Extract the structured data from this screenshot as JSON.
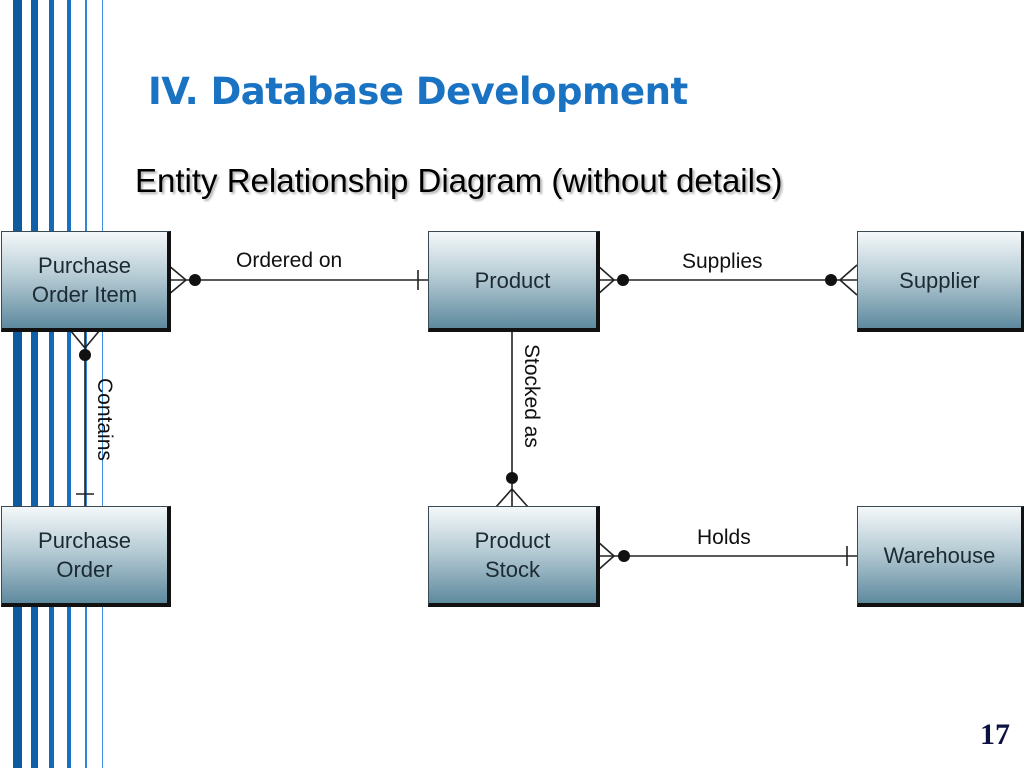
{
  "slide": {
    "title": "IV. Database Development",
    "subtitle": "Entity Relationship Diagram (without details)",
    "page_number": "17",
    "colors": {
      "title": "#1a73c2",
      "stripe_dark": "#0d5a9e",
      "stripe_mid": "#1a6fc0",
      "stripe_light": "#3b8ee0"
    }
  },
  "diagram": {
    "entities": [
      {
        "id": "purchase-order-item",
        "label": "Purchase\nOrder Item"
      },
      {
        "id": "product",
        "label": "Product"
      },
      {
        "id": "supplier",
        "label": "Supplier"
      },
      {
        "id": "purchase-order",
        "label": "Purchase\nOrder"
      },
      {
        "id": "product-stock",
        "label": "Product\nStock"
      },
      {
        "id": "warehouse",
        "label": "Warehouse"
      }
    ],
    "relationships": [
      {
        "label": "Ordered on",
        "from": "purchase-order-item",
        "from_cardinality": "zero-or-many",
        "to": "product",
        "to_cardinality": "one"
      },
      {
        "label": "Supplies",
        "from": "product",
        "from_cardinality": "zero-or-many",
        "to": "supplier",
        "to_cardinality": "zero-or-many"
      },
      {
        "label": "Contains",
        "from": "purchase-order-item",
        "from_cardinality": "zero-or-many",
        "to": "purchase-order",
        "to_cardinality": "one"
      },
      {
        "label": "Stocked as",
        "from": "product",
        "from_cardinality": "one",
        "to": "product-stock",
        "to_cardinality": "zero-or-many"
      },
      {
        "label": "Holds",
        "from": "product-stock",
        "from_cardinality": "zero-or-many",
        "to": "warehouse",
        "to_cardinality": "one"
      }
    ]
  }
}
